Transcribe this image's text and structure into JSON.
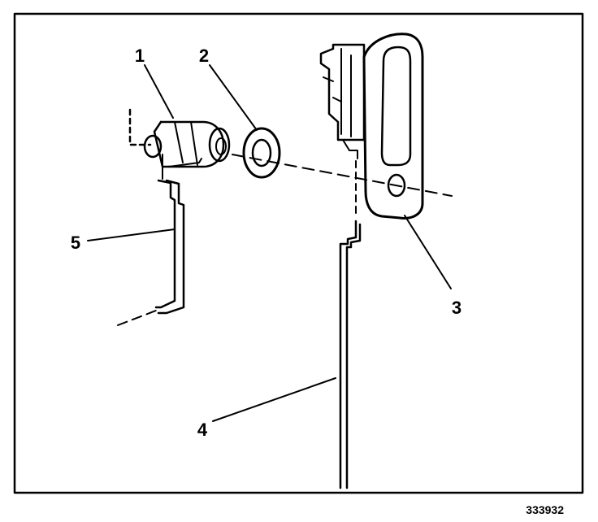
{
  "diagram": {
    "callouts": [
      {
        "id": "callout-1",
        "label": "1"
      },
      {
        "id": "callout-2",
        "label": "2"
      },
      {
        "id": "callout-3",
        "label": "3"
      },
      {
        "id": "callout-4",
        "label": "4"
      },
      {
        "id": "callout-5",
        "label": "5"
      }
    ],
    "figure_id": "333932"
  }
}
